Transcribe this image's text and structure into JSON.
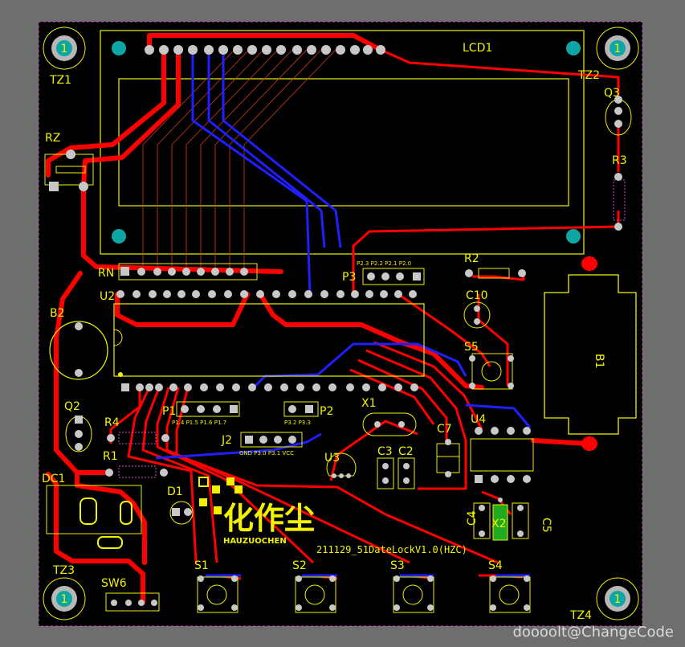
{
  "board": {
    "colors": {
      "background": "#6e6e6e",
      "board": "#000000",
      "silk": "#f2f200",
      "top_trace": "#ff0000",
      "bottom_trace": "#1f1fff",
      "pad": "#c8c8c8",
      "mount": "#0ea5a5"
    },
    "labels": {
      "lcd": "LCD1",
      "tz1": "TZ1",
      "tz2": "TZ2",
      "tz3": "TZ3",
      "tz4": "TZ4",
      "rz": "RZ",
      "q3": "Q3",
      "r3": "R3",
      "r2": "R2",
      "c10": "C10",
      "b1": "B1",
      "rn": "RN",
      "u2": "U2",
      "p3": "P3",
      "b2": "B2",
      "s5": "S5",
      "q2": "Q2",
      "r4": "R4",
      "r1": "R1",
      "p1": "P1",
      "p2": "P2",
      "x1": "X1",
      "u4": "U4",
      "c7": "C7",
      "j2": "J2",
      "u3": "U3",
      "c3": "C3",
      "c2": "C2",
      "dc1": "DC1",
      "d1": "D1",
      "c4": "C4",
      "x2": "X2",
      "c5": "C5",
      "sw6": "SW6",
      "s1": "S1",
      "s2": "S2",
      "s3": "S3",
      "s4": "S4"
    },
    "mount_hole_label": "1",
    "small_text": {
      "p3_pins": "P2.3 P2.2 P2.1 P2.0",
      "p1_pins": "P1.4 P1.5 P1.6 P1.7",
      "p2_pins": "P3.2 P3.3",
      "j2_pins": "GND P3.0 P3.1 VCC"
    },
    "logo_chinese": "化作尘",
    "logo_english": "HAUZUOCHEN",
    "version": "211129_51DateLockV1.0(HZC)",
    "watermark": "doooolt@ChangeCode"
  }
}
